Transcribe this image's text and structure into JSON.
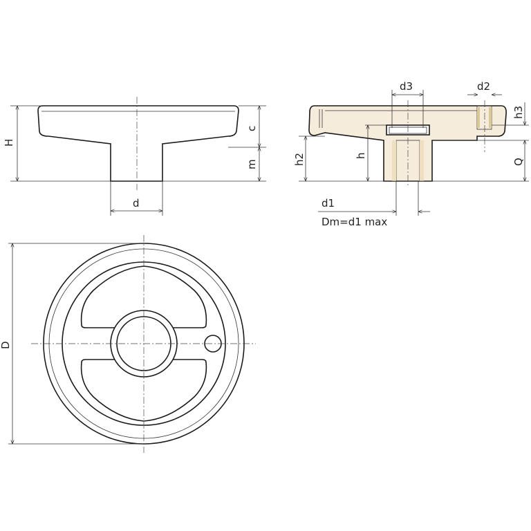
{
  "colors": {
    "fill": "#f6ecdc",
    "insert": "#d9c89a",
    "line": "#1a1a1a"
  },
  "labels": {
    "H": "H",
    "c": "c",
    "m": "m",
    "d": "d",
    "d3": "d3",
    "d2": "d2",
    "h3": "h3",
    "h2": "h2",
    "h": "h",
    "Q": "Q",
    "d1": "d1",
    "Dm": "Dm=d1 max",
    "D": "D"
  }
}
